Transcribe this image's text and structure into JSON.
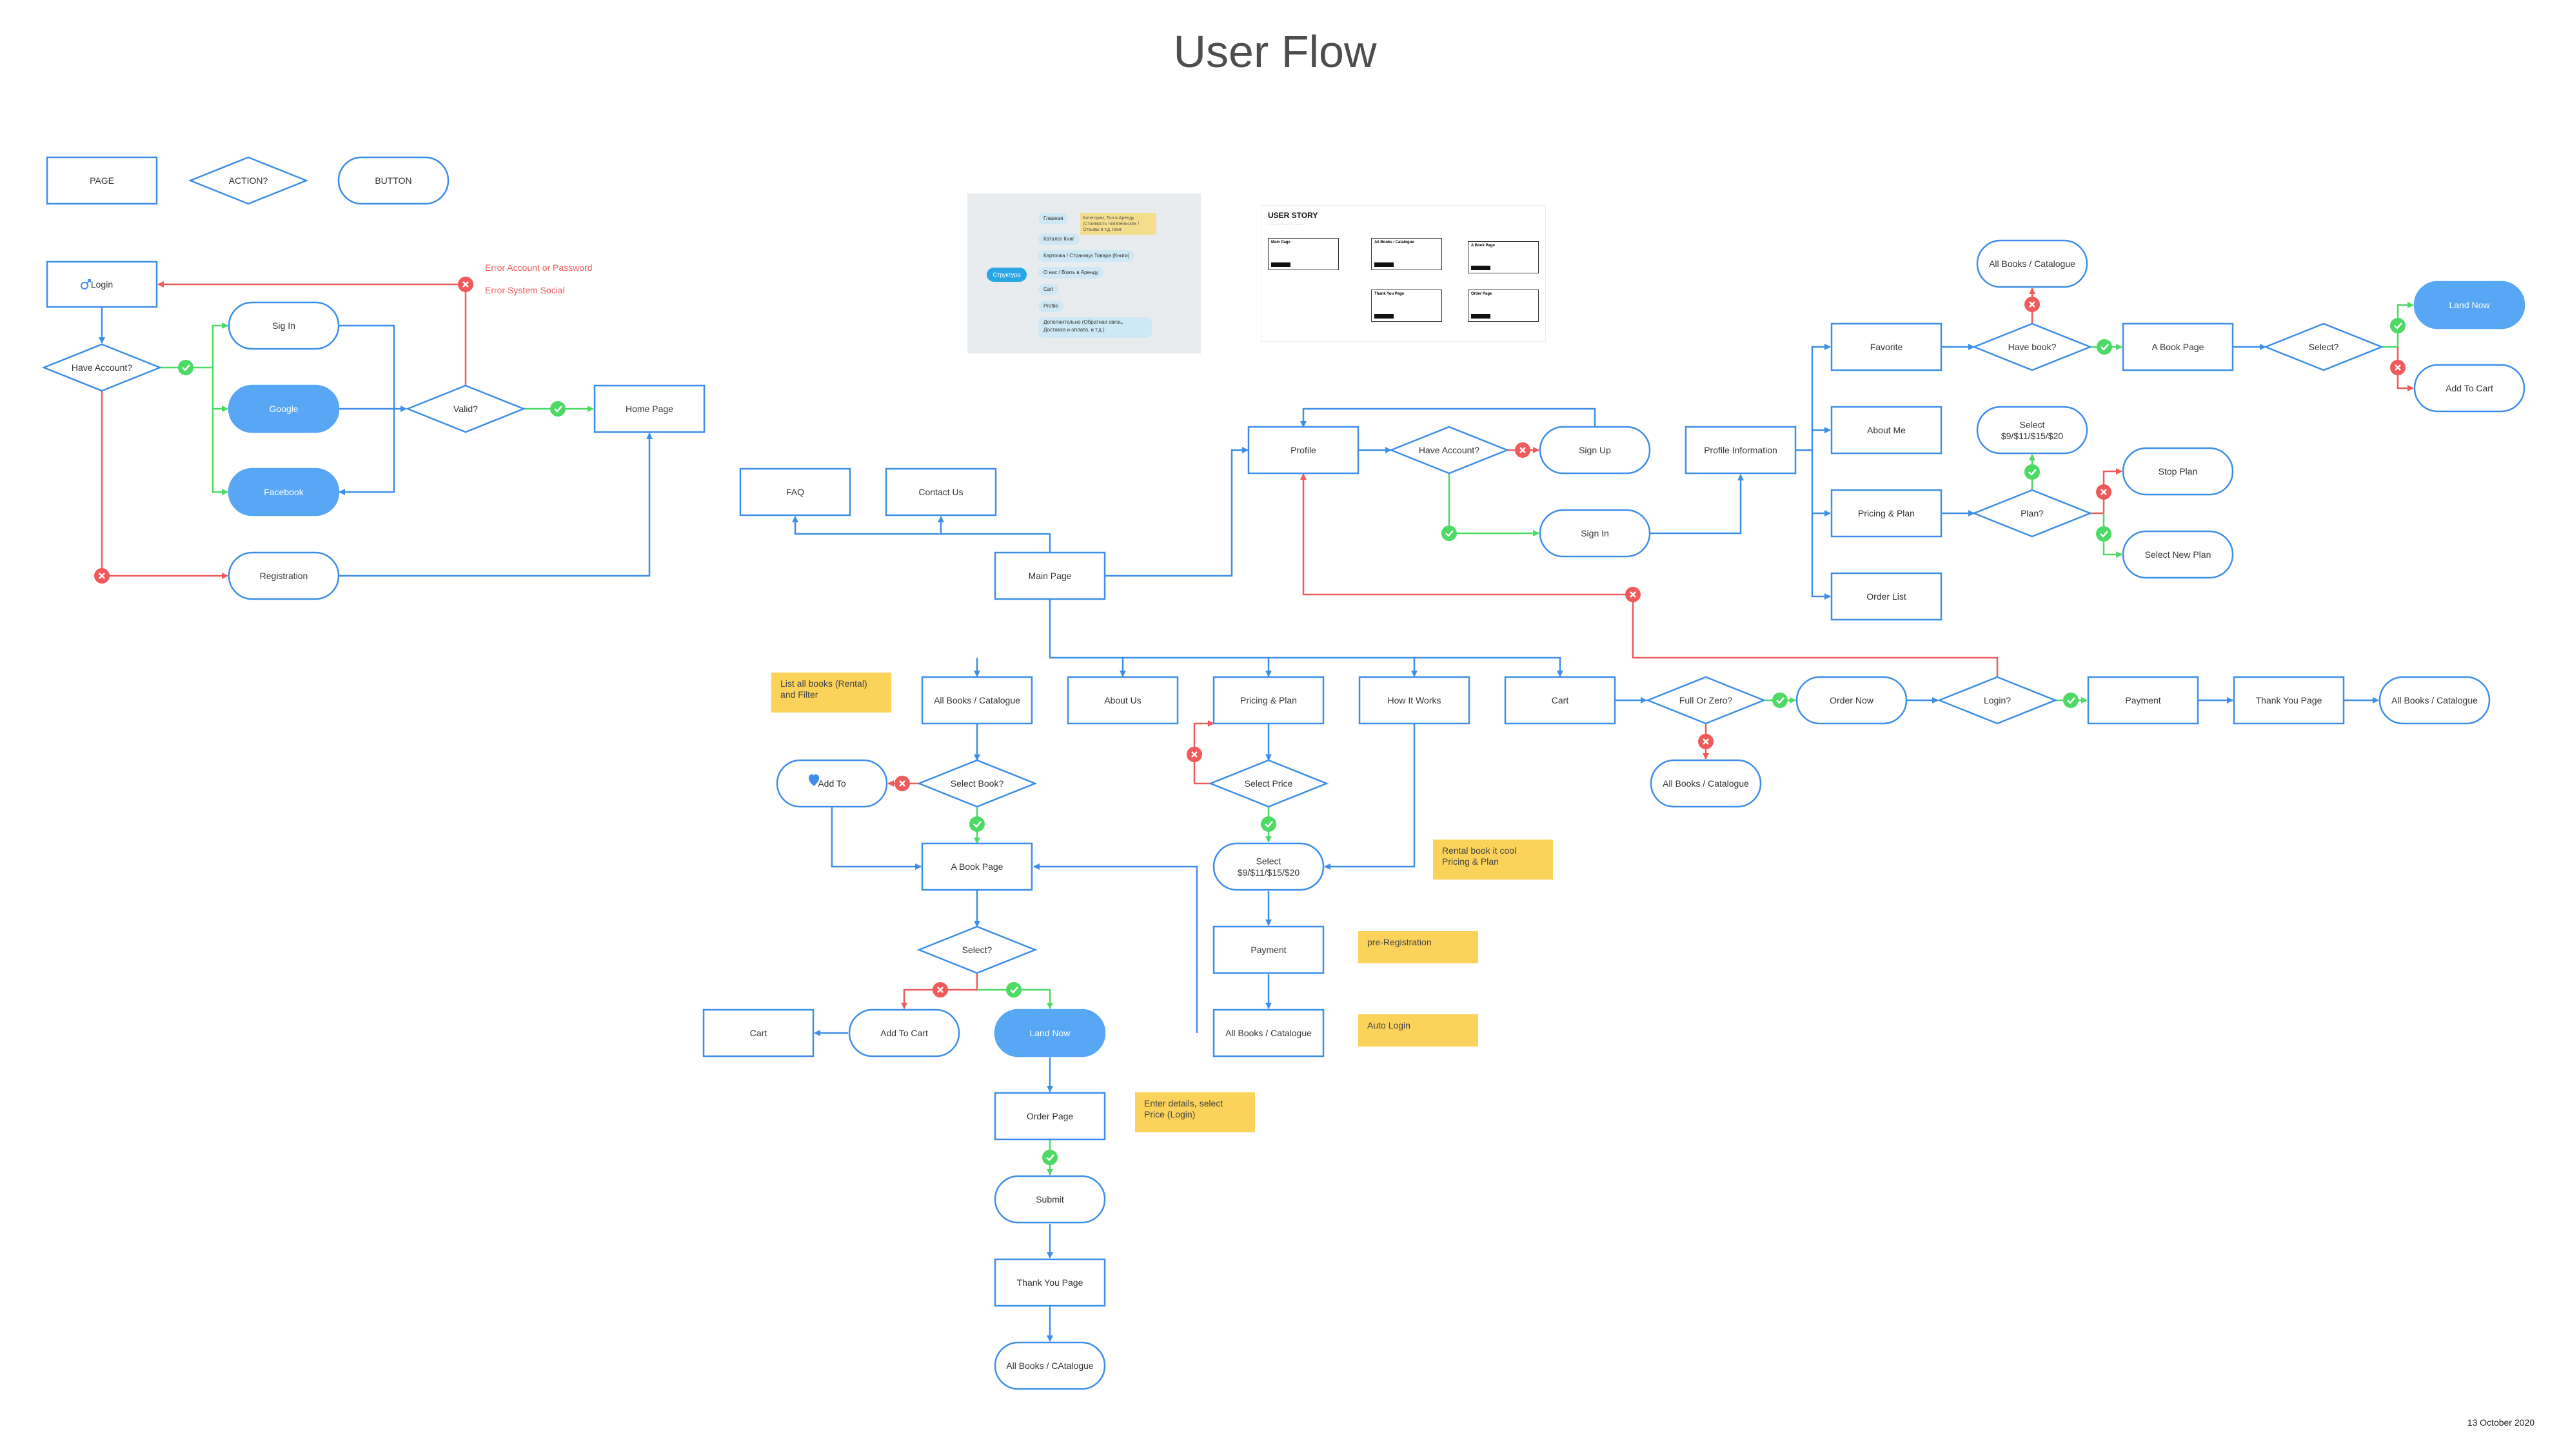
{
  "title": "User Flow",
  "date": "13 October 2020",
  "colors": {
    "node_stroke": "#3d8ee8",
    "edge": "#3d8ee8",
    "yes": "#4cd964",
    "no": "#f05a5a",
    "button_fill": "#57a7f5",
    "note_fill": "#fbd35a",
    "error_text": "#f05a5a"
  },
  "legend": {
    "page": "PAGE",
    "action": "ACTION?",
    "button": "BUTTON"
  },
  "login_flow": {
    "login": "Login",
    "have_account": "Have Account?",
    "sign_in": "Sig In",
    "google": "Google",
    "facebook": "Facebook",
    "valid": "Valid?",
    "home_page": "Home Page",
    "registration": "Registration",
    "error_account": "Error Account or Password",
    "error_social": "Error System Social"
  },
  "mindmap": {
    "root": "Структура",
    "items": [
      "Главная",
      "Каталог Книг",
      "Карточка / Страница Товара (Книги)",
      "О нас / Взять в Аренду",
      "Cart",
      "Profile",
      "Дополнительно (Обратная связь, Доставка и оплата, и т.д.)"
    ],
    "note": "Категории, Топ в Аренду (Стоимость Читательских / Отзывы и т.д. Книг"
  },
  "user_story": {
    "title": "USER STORY",
    "cards": [
      "Main Page",
      "All Books / Catalogue",
      "A Book Page",
      "Thank You Page",
      "Order Page"
    ]
  },
  "main": {
    "faq": "FAQ",
    "contact_us": "Contact Us",
    "main_page": "Main Page",
    "all_books": "All Books / Catalogue",
    "about_us": "About Us",
    "pricing_plan": "Pricing & Plan",
    "how_it_works": "How It Works",
    "cart": "Cart"
  },
  "profile_flow": {
    "profile": "Profile",
    "have_account": "Have Account?",
    "sign_up": "Sign Up",
    "sign_in": "Sign In",
    "profile_information": "Profile Information",
    "favorite": "Favorite",
    "about_me": "About Me",
    "pricing_plan": "Pricing & Plan",
    "order_list": "Order List",
    "have_book": "Have book?",
    "all_books": "All Books / Catalogue",
    "a_book_page": "A Book Page",
    "select": "Select?",
    "land_now": "Land Now",
    "add_to_cart": "Add To Cart",
    "plan": "Plan?",
    "select_price_1": "Select",
    "select_price_2": "$9/$11/$15/$20",
    "stop_plan": "Stop Plan",
    "select_new_plan": "Select New Plan"
  },
  "cart_flow": {
    "full_or_zero": "Full Or Zero?",
    "all_books": "All Books / Catalogue",
    "order_now": "Order Now",
    "login": "Login?",
    "payment": "Payment",
    "thank_you": "Thank You Page",
    "all_books_end": "All Books / Catalogue"
  },
  "catalogue_flow": {
    "add_to": "Add To",
    "select_book": "Select Book?",
    "a_book_page": "A Book Page",
    "select": "Select?",
    "cart": "Cart",
    "add_to_cart": "Add To Cart",
    "land_now": "Land Now",
    "order_page": "Order Page",
    "submit": "Submit",
    "thank_you": "Thank You Page",
    "all_books": "All Books / CAtalogue"
  },
  "pricing_flow": {
    "select_price": "Select Price",
    "select_1": "Select",
    "select_2": "$9/$11/$15/$20",
    "payment": "Payment",
    "all_books": "All Books / Catalogue"
  },
  "notes": {
    "list_books_1": "List all books (Rental)",
    "list_books_2": "and Filter",
    "rental_1": "Rental book it cool",
    "rental_2": "Pricing & Plan",
    "pre_registration": "pre-Registration",
    "auto_login": "Auto Login",
    "enter_details_1": "Enter details, select",
    "enter_details_2": "Price (Login)"
  }
}
